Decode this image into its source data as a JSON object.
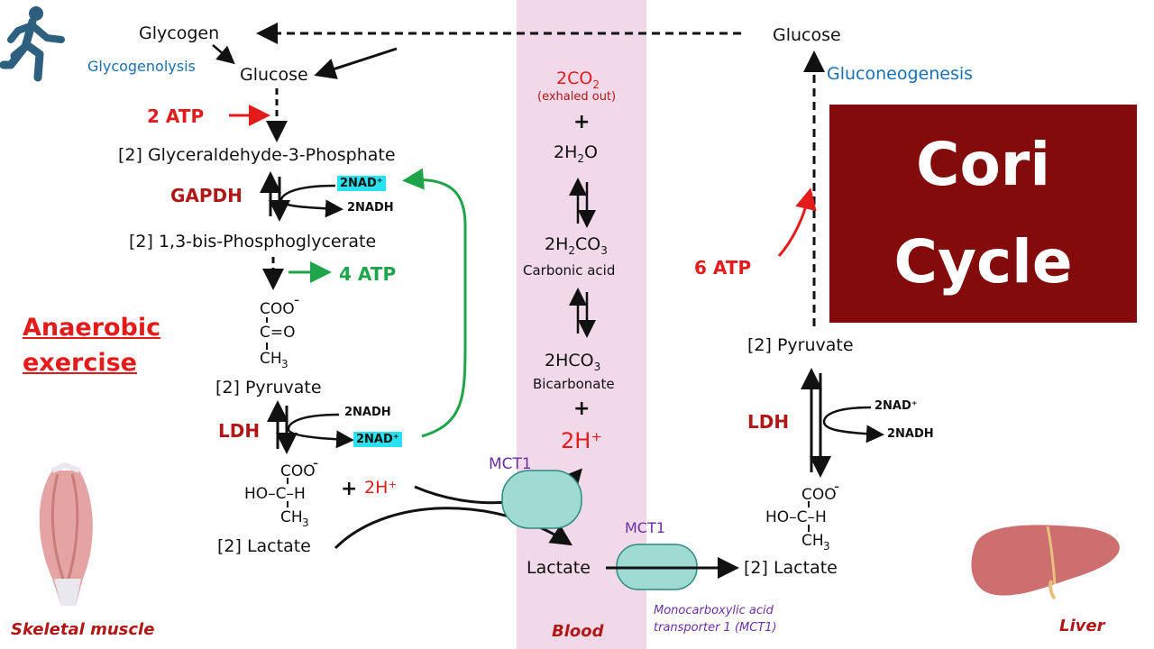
{
  "title": {
    "line1": "Cori",
    "line2": "Cycle"
  },
  "muscle": {
    "glycogen": "Glycogen",
    "glycogenolysis": "Glycogenolysis",
    "glucose": "Glucose",
    "atp_in": "2 ATP",
    "g3p": "[2] Glyceraldehyde-3-Phosphate",
    "gapdh": "GAPDH",
    "nad_top": "2NAD⁺",
    "nadh_top": "2NADH",
    "bpg": "[2] 1,3-bis-Phosphoglycerate",
    "atp_out": "4 ATP",
    "pyruvate": "[2] Pyruvate",
    "ldh": "LDH",
    "nadh_bottom": "2NADH",
    "nad_bottom": "2NAD⁺",
    "lactate": "[2] Lactate",
    "plus_h": "+",
    "two_h": "2H⁺",
    "exercise_l1": "Anaerobic",
    "exercise_l2": "exercise",
    "label": "Skeletal muscle"
  },
  "pyruvate_struct": {
    "coo": "COO",
    "minus": "-",
    "c_o": "C=O",
    "ch3": "CH",
    "sub3": "3"
  },
  "lactate_struct": {
    "coo": "COO",
    "minus": "-",
    "ho_c_h": "HO–C–H",
    "ch3": "CH",
    "sub3": "3"
  },
  "blood": {
    "co2_main": "2CO",
    "co2_sub": "2",
    "exhaled": "(exhaled out)",
    "plus1": "+",
    "h2o_a": "2H",
    "h2o_sub": "2",
    "h2o_b": "O",
    "h2co3_a": "2H",
    "h2co3_sub1": "2",
    "h2co3_b": "CO",
    "h2co3_sub2": "3",
    "carbonic": "Carbonic acid",
    "hco3_a": "2HCO",
    "hco3_sub": "3",
    "bicarbonate": "Bicarbonate",
    "plus2": "+",
    "two_h": "2H⁺",
    "mct1_top": "MCT1",
    "lactate": "Lactate",
    "mct1_bottom": "MCT1",
    "mct_full_l1": "Monocarboxylic acid",
    "mct_full_l2": "transporter 1 (MCT1)",
    "label": "Blood"
  },
  "liver": {
    "glucose": "Glucose",
    "gluconeogenesis": "Gluconeogenesis",
    "atp": "6 ATP",
    "pyruvate": "[2] Pyruvate",
    "ldh": "LDH",
    "nad": "2NAD⁺",
    "nadh": "2NADH",
    "lactate": "[2] Lactate",
    "label": "Liver"
  },
  "colors": {
    "arrow": "#111111",
    "red": "#e31b1b",
    "dark_red": "#b01818",
    "green": "#1fa44a",
    "blue": "#1a6fb5",
    "purple": "#6b2fa3",
    "highlight": "#29e2f0",
    "title_bg": "#830b0b",
    "blood_band": "#f1d9e9",
    "transporter": "#9fdad3"
  },
  "icons": [
    "runner-icon",
    "muscle-icon",
    "liver-icon"
  ]
}
